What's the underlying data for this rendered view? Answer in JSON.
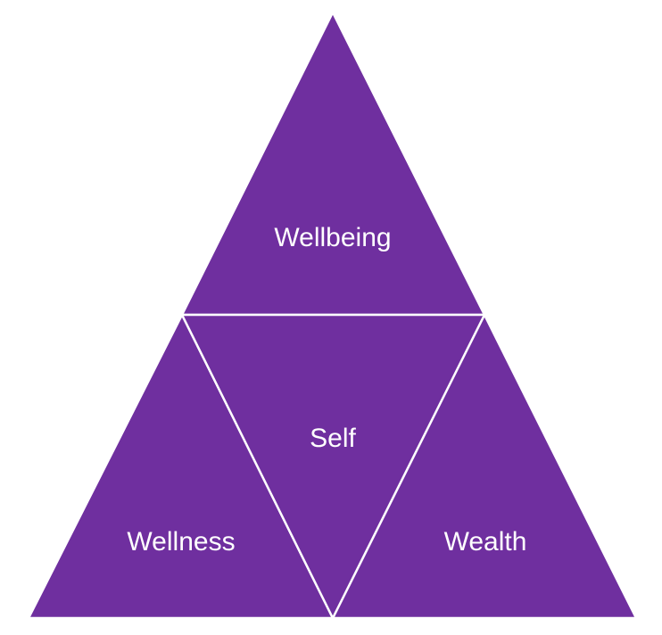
{
  "diagram": {
    "fill_color": "#6f2f9f",
    "line_color": "#ffffff",
    "sections": {
      "top": "Wellbeing",
      "center": "Self",
      "bottom_left": "Wellness",
      "bottom_right": "Wealth"
    }
  }
}
